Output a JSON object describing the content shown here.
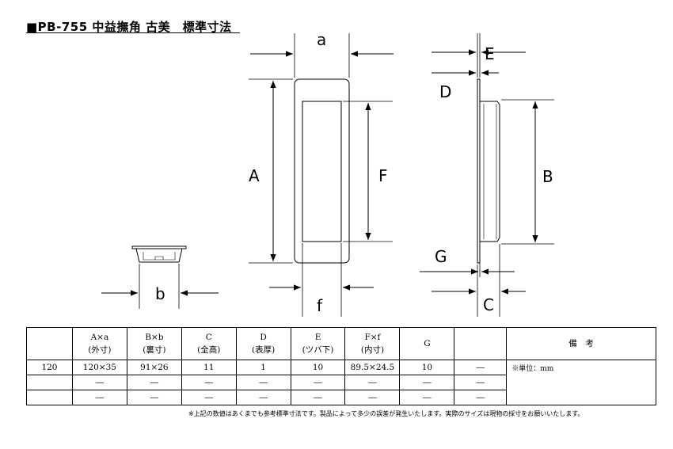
{
  "title": "■PB-755 中益撫角 古美　標準寸法",
  "labels": {
    "a": "a",
    "A": "A",
    "F": "F",
    "f": "f",
    "b": "b",
    "E": "E",
    "D": "D",
    "B": "B",
    "G": "G",
    "C": "C"
  },
  "table": {
    "headers": [
      {
        "l1": "",
        "l2": ""
      },
      {
        "l1": "A×a",
        "l2": "(外寸)"
      },
      {
        "l1": "B×b",
        "l2": "(裏寸)"
      },
      {
        "l1": "C",
        "l2": "(全高)"
      },
      {
        "l1": "D",
        "l2": "(表厚)"
      },
      {
        "l1": "E",
        "l2": "(ツバ下)"
      },
      {
        "l1": "F×f",
        "l2": "(内寸)"
      },
      {
        "l1": "G",
        "l2": ""
      },
      {
        "l1": "",
        "l2": ""
      },
      {
        "l1": "備　考",
        "l2": ""
      }
    ],
    "rows": [
      [
        "120",
        "120×35",
        "91×26",
        "11",
        "1",
        "10",
        "89.5×24.5",
        "10",
        "―"
      ],
      [
        "",
        "―",
        "―",
        "―",
        "―",
        "―",
        "―",
        "―",
        "―"
      ],
      [
        "",
        "―",
        "―",
        "―",
        "―",
        "―",
        "―",
        "―",
        "―"
      ]
    ],
    "note": "※単位：mm"
  },
  "footnote": "※上記の数値はあくまでも参考標準寸法です。製品によって多少の誤差が発生いたします。実際のサイズは現物の採寸をお願いいたします。"
}
